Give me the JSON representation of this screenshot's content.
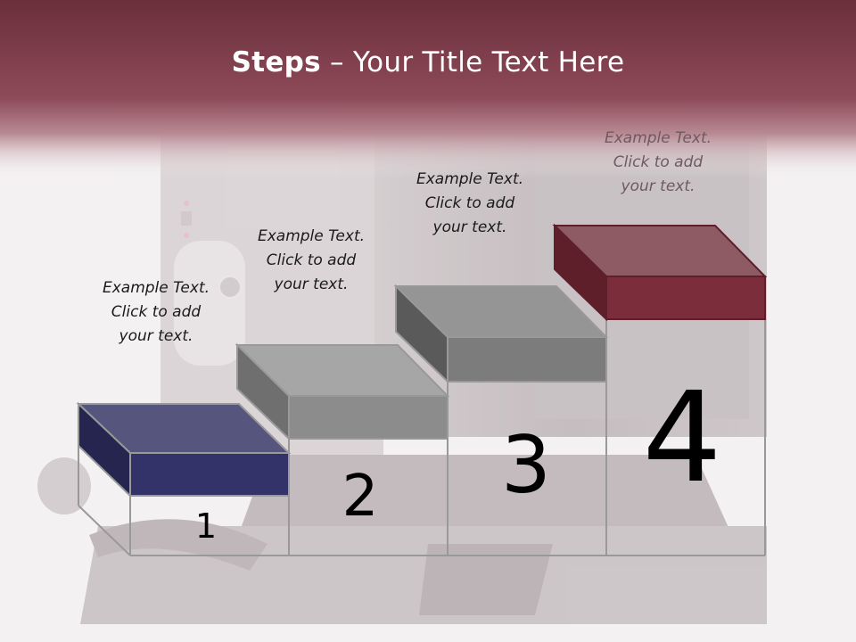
{
  "title": {
    "bold": "Steps",
    "rest": " – Your Title Text Here"
  },
  "steps": [
    {
      "number": "1",
      "text": "Example Text.\nClick  to add\nyour text."
    },
    {
      "number": "2",
      "text": "Example Text.\nClick  to add\nyour text."
    },
    {
      "number": "3",
      "text": "Example Text.\nClick  to add\nyour text."
    },
    {
      "number": "4",
      "text": "Example Text.\nClick  to add\nyour text."
    }
  ],
  "colors": {
    "header": "#7a3a48",
    "step1": "#33336a",
    "step2": "#8c8c8c",
    "step3": "#7c7c7c",
    "step4": "#7b2d3b"
  }
}
